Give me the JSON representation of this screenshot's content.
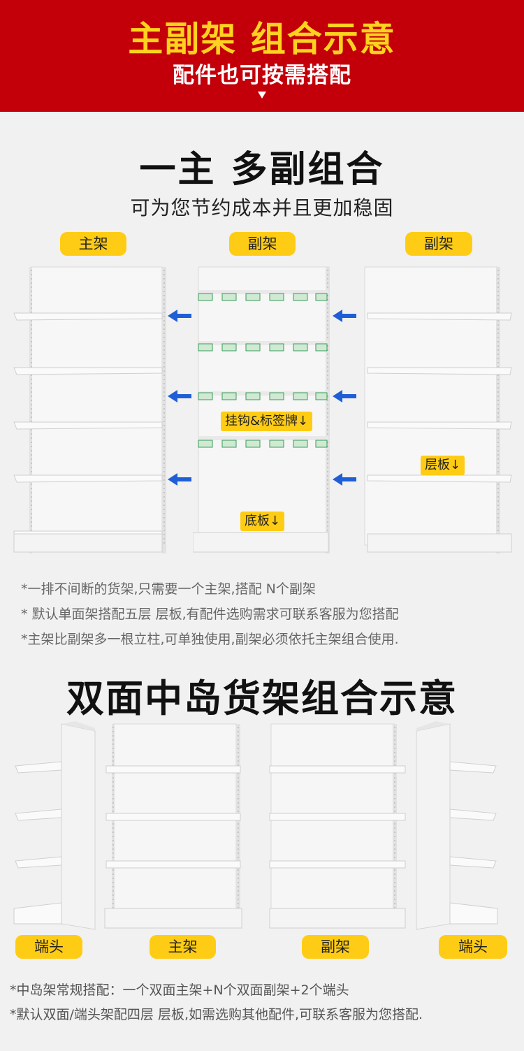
{
  "banner": {
    "title": "主副架 组合示意",
    "subtitle": "配件也可按需搭配"
  },
  "section1": {
    "heading": "一主 多副组合",
    "subheading": "可为您节约成本并且更加稳固",
    "labels": {
      "main": "主架",
      "sub1": "副架",
      "sub2": "副架"
    },
    "tags": {
      "hooks": "挂钩&标签牌↓",
      "base": "底板↓",
      "shelf": "层板↓"
    },
    "notes": [
      "*一排不间断的货架,只需要一个主架,搭配 N个副架",
      "* 默认单面架搭配五层 层板,有配件选购需求可联系客服为您搭配",
      "*主架比副架多一根立柱,可单独使用,副架必须依托主架组合使用."
    ]
  },
  "section2": {
    "heading": "双面中岛货架组合示意",
    "labels": {
      "end_left": "端头",
      "main": "主架",
      "sub": "副架",
      "end_right": "端头"
    },
    "notes": [
      "*中岛架常规搭配：一个双面主架+N个双面副架+2个端头",
      "*默认双面/端头架配四层 层板,如需选购其他配件,可联系客服为您搭配."
    ]
  },
  "colors": {
    "banner_bg": "#c3000a",
    "banner_title": "#ffd21f",
    "label_bg": "#ffcc15",
    "arrow": "#1f5fd6"
  }
}
